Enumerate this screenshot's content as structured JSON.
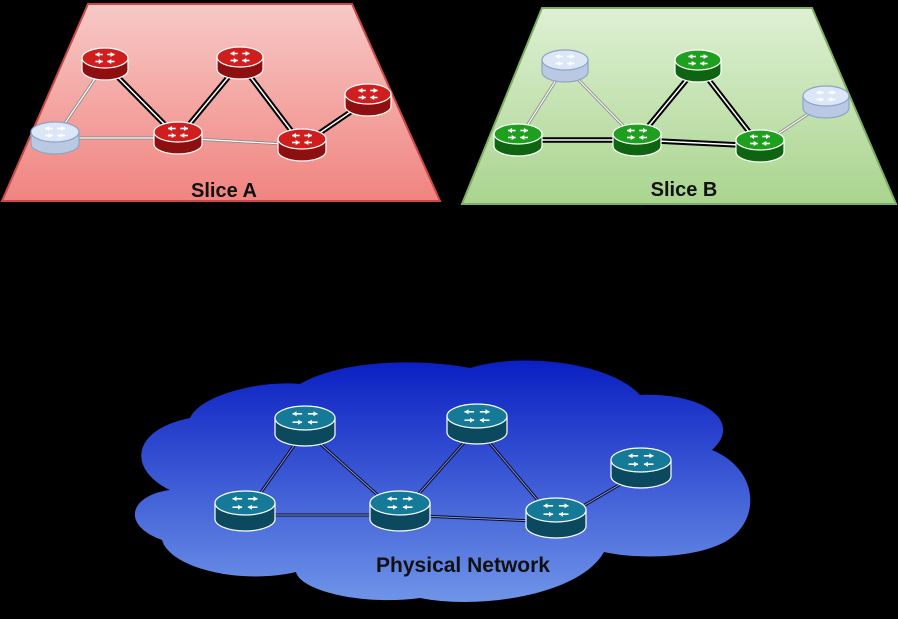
{
  "slices": [
    {
      "id": "slice-a",
      "label": "Slice A",
      "colors": {
        "fill_top": "#f7c9c6",
        "fill_bottom": "#f08480",
        "stroke": "#c84a48",
        "router": "#d01e1e",
        "router_dark": "#8e0f0f"
      }
    },
    {
      "id": "slice-b",
      "label": "Slice B",
      "colors": {
        "fill_top": "#dff0d4",
        "fill_bottom": "#a9d48e",
        "stroke": "#7faf63",
        "router": "#1ea01e",
        "router_dark": "#0e6410"
      }
    }
  ],
  "physical": {
    "label": "Physical Network",
    "colors": {
      "cloud_top": "#0a1fc2",
      "cloud_bottom": "#6f95e8",
      "router": "#147a98",
      "router_dark": "#0b4a5e"
    }
  },
  "inactive_router_color": "#dbe6f7",
  "background": "#000000"
}
